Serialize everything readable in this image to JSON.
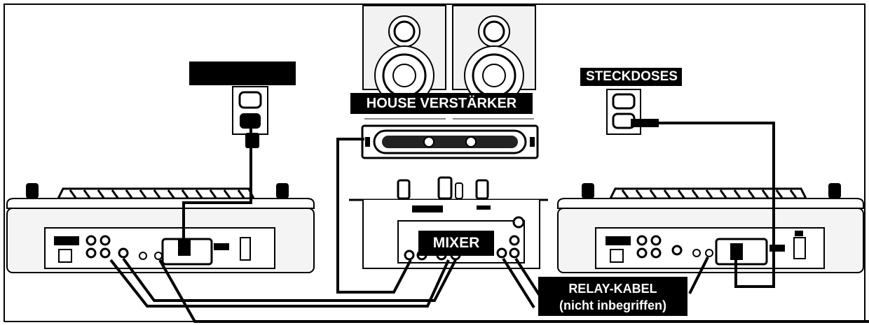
{
  "labels": {
    "power_left": "",
    "power_right": "STECKDOSES",
    "house_amp": "HOUSE VERSTÄRKER",
    "mixer": "MIXER",
    "relay_line1": "RELAY-KABEL",
    "relay_line2": "(nicht inbegriffen)"
  },
  "colors": {
    "ink": "#000000",
    "paper": "#ffffff",
    "device_fill": "#f4f4f4"
  }
}
